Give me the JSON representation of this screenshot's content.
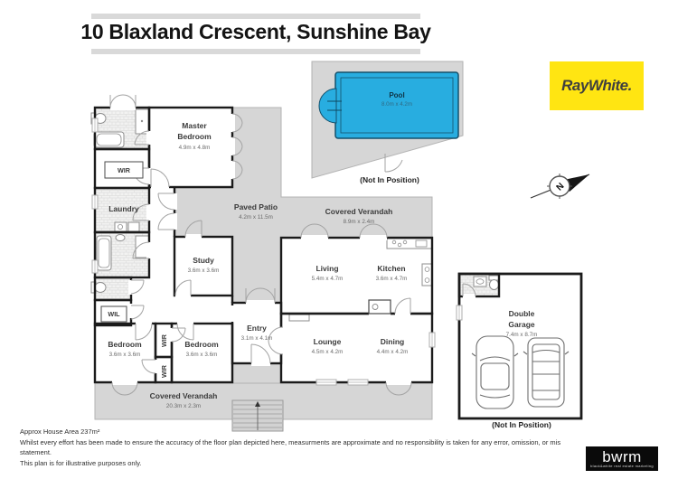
{
  "title": "10 Blaxland Crescent, Sunshine Bay",
  "brand": {
    "name": "RayWhite."
  },
  "compass": {
    "label": "N"
  },
  "colors": {
    "brand_yellow": "#ffe512",
    "pool_blue": "#28ade0",
    "outdoor_gray": "#d6d6d6"
  },
  "pool": {
    "name": "Pool",
    "dims": "8.0m x 4.2m",
    "note": "(Not In Position)"
  },
  "rooms": {
    "master": {
      "l1": "Master",
      "l2": "Bedroom",
      "dims": "4.9m x 4.8m"
    },
    "wir_box": {
      "name": "WIR"
    },
    "laundry": {
      "name": "Laundry"
    },
    "study": {
      "name": "Study",
      "dims": "3.6m x 3.6m"
    },
    "living": {
      "name": "Living",
      "dims": "5.4m x 4.7m"
    },
    "kitchen": {
      "name": "Kitchen",
      "dims": "3.6m x 4.7m"
    },
    "wil_box": {
      "name": "WIL"
    },
    "entry": {
      "name": "Entry",
      "dims": "3.1m x 4.1m"
    },
    "bedroom1": {
      "name": "Bedroom",
      "dims": "3.6m x 3.6m"
    },
    "bedroom2": {
      "name": "Bedroom",
      "dims": "3.6m x 3.6m"
    },
    "wir_closet_upper": {
      "name": "WIR"
    },
    "wir_closet_lower": {
      "name": "WIR"
    },
    "lounge": {
      "name": "Lounge",
      "dims": "4.5m x 4.2m"
    },
    "dining": {
      "name": "Dining",
      "dims": "4.4m x 4.2m"
    }
  },
  "outdoor": {
    "patio": {
      "name": "Paved Patio",
      "dims": "4.2m x 11.5m"
    },
    "verandah_top": {
      "name": "Covered Verandah",
      "dims": "8.9m x 2.4m"
    },
    "verandah_bottom": {
      "name": "Covered Verandah",
      "dims": "20.3m x 2.3m"
    }
  },
  "garage": {
    "l1": "Double",
    "l2": "Garage",
    "dims": "7.4m x 8.7m",
    "note": "(Not In Position)"
  },
  "footer": {
    "area": "Approx House Area 237m²",
    "disclaimer1": "Whilst every effort has been made to ensure the accuracy of the floor plan depicted here, measurments are approximate and no responsibility is taken for any error, omission, or mis statement.",
    "disclaimer2": "This plan is for illustrative purposes only.",
    "logo_text": "bwrm",
    "logo_tagline": "black&white real estate marketing"
  }
}
